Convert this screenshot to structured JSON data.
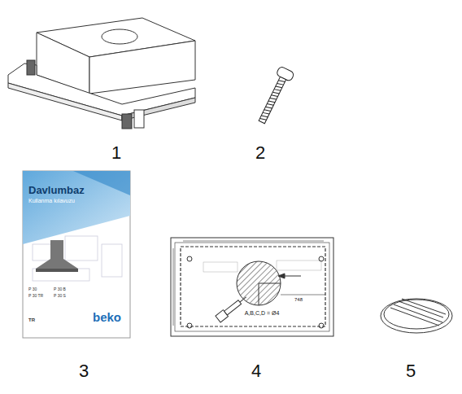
{
  "diagram": {
    "nodes": [
      {
        "text": [
          "Davlumbaz",
          "Kullanma kılavuzu",
          "P 30",
          "P 30 TR",
          "P 30 B",
          "P 30 S",
          "TR",
          "beko"
        ]
      }
    ],
    "labels": [
      "1",
      "2",
      "3",
      "4",
      "5",
      "748",
      "A,B,C,D = Ø4"
    ]
  }
}
